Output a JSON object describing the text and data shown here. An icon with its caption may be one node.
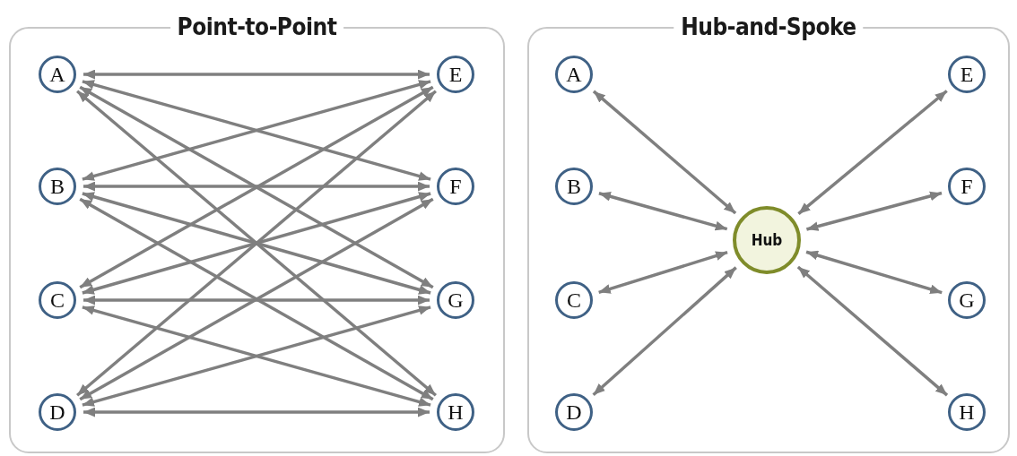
{
  "diagram": {
    "nodes": [
      {
        "text": [
          "Point-to-Point"
        ]
      },
      {
        "text": [
          "A"
        ],
        "in": 0
      },
      {
        "text": [
          "B"
        ],
        "in": 0
      },
      {
        "text": [
          "C"
        ],
        "in": 0
      },
      {
        "text": [
          "D"
        ],
        "in": 0
      },
      {
        "text": [
          "E"
        ],
        "in": 0
      },
      {
        "text": [
          "F"
        ],
        "in": 0
      },
      {
        "text": [
          "G"
        ],
        "in": 0
      },
      {
        "text": [
          "H"
        ],
        "in": 0
      },
      {
        "text": [
          "Hub-and-Spoke"
        ]
      },
      {
        "text": [
          "A"
        ],
        "in": 9
      },
      {
        "text": [
          "B"
        ],
        "in": 9
      },
      {
        "text": [
          "C"
        ],
        "in": 9
      },
      {
        "text": [
          "D"
        ],
        "in": 9
      },
      {
        "text": [
          "E"
        ],
        "in": 9
      },
      {
        "text": [
          "F"
        ],
        "in": 9
      },
      {
        "text": [
          "G"
        ],
        "in": 9
      },
      {
        "text": [
          "H"
        ],
        "in": 9
      },
      {
        "text": [
          "Hub"
        ],
        "in": 9
      }
    ],
    "edges": [
      {
        "from": 1,
        "to": 5,
        "arrow": "both"
      },
      {
        "from": 1,
        "to": 6,
        "arrow": "both"
      },
      {
        "from": 1,
        "to": 7,
        "arrow": "both"
      },
      {
        "from": 1,
        "to": 8,
        "arrow": "both"
      },
      {
        "from": 2,
        "to": 5,
        "arrow": "both"
      },
      {
        "from": 2,
        "to": 6,
        "arrow": "both"
      },
      {
        "from": 2,
        "to": 7,
        "arrow": "both"
      },
      {
        "from": 2,
        "to": 8,
        "arrow": "both"
      },
      {
        "from": 3,
        "to": 5,
        "arrow": "both"
      },
      {
        "from": 3,
        "to": 6,
        "arrow": "both"
      },
      {
        "from": 3,
        "to": 7,
        "arrow": "both"
      },
      {
        "from": 3,
        "to": 8,
        "arrow": "both"
      },
      {
        "from": 4,
        "to": 5,
        "arrow": "both"
      },
      {
        "from": 4,
        "to": 6,
        "arrow": "both"
      },
      {
        "from": 4,
        "to": 7,
        "arrow": "both"
      },
      {
        "from": 4,
        "to": 8,
        "arrow": "both"
      },
      {
        "from": 10,
        "to": 18,
        "arrow": "both"
      },
      {
        "from": 11,
        "to": 18,
        "arrow": "both"
      },
      {
        "from": 12,
        "to": 18,
        "arrow": "both"
      },
      {
        "from": 13,
        "to": 18,
        "arrow": "both"
      },
      {
        "from": 14,
        "to": 18,
        "arrow": "both"
      },
      {
        "from": 15,
        "to": 18,
        "arrow": "both"
      },
      {
        "from": 16,
        "to": 18,
        "arrow": "both"
      },
      {
        "from": 17,
        "to": 18,
        "arrow": "both"
      }
    ]
  }
}
